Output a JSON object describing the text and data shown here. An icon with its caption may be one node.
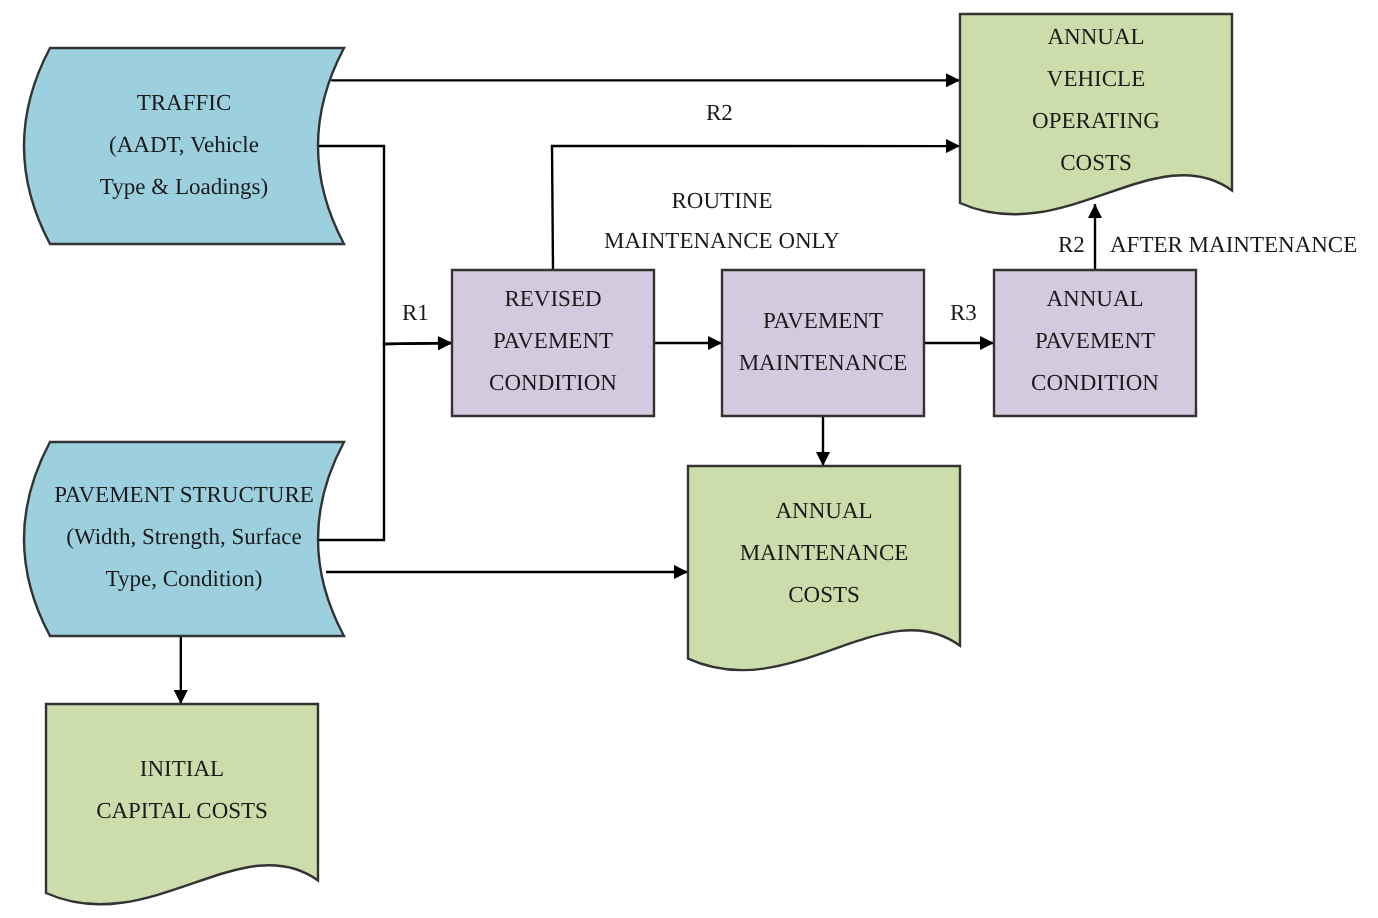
{
  "diagram": {
    "nodes": [
      {
        "text": [
          "TRAFFIC",
          "(AADT, Vehicle Type & Loadings)"
        ]
      },
      {
        "text": [
          "ANNUAL VEHICLE OPERATING COSTS"
        ]
      },
      {
        "text": [
          "REVISED PAVEMENT CONDITION"
        ]
      },
      {
        "text": [
          "PAVEMENT MAINTENANCE"
        ]
      },
      {
        "text": [
          "ANNUAL PAVEMENT CONDITION"
        ]
      },
      {
        "text": [
          "PAVEMENT STRUCTURE",
          "(Width, Strength, Surface Type, Condition)"
        ]
      },
      {
        "text": [
          "ANNUAL MAINTENANCE COSTS"
        ]
      },
      {
        "text": [
          "INITIAL CAPITAL COSTS"
        ]
      }
    ],
    "edges": [
      {
        "from": 0,
        "to": 1,
        "arrow": "to"
      },
      {
        "from": 0,
        "to": 2,
        "arrow": "to",
        "label": "R1"
      },
      {
        "from": 5,
        "to": 2,
        "arrow": "to"
      },
      {
        "from": 2,
        "to": 1,
        "arrow": "to",
        "label": "R2"
      },
      {
        "from": 2,
        "to": 3,
        "arrow": "to"
      },
      {
        "from": 3,
        "to": 4,
        "arrow": "to",
        "label": "R3"
      },
      {
        "from": 4,
        "to": 1,
        "arrow": "to",
        "label": "R2"
      },
      {
        "from": 3,
        "to": 6,
        "arrow": "to"
      },
      {
        "from": 5,
        "to": 6,
        "arrow": "to"
      },
      {
        "from": 5,
        "to": 7,
        "arrow": "to"
      }
    ],
    "labels": [
      "ROUTINE MAINTENANCE ONLY",
      "AFTER MAINTENANCE"
    ]
  }
}
